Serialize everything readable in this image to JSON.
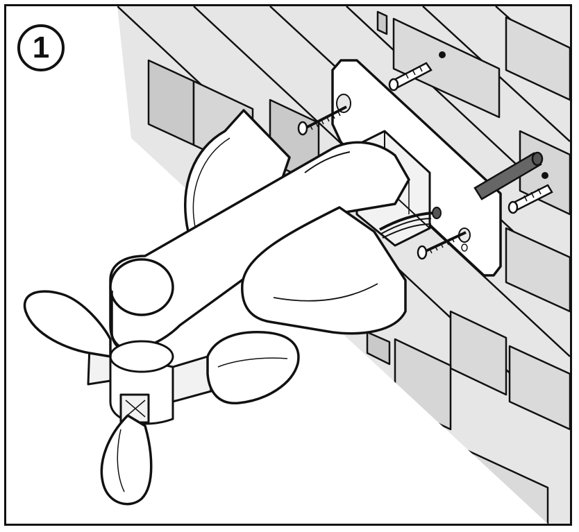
{
  "step": {
    "number": "1"
  },
  "colors": {
    "outline": "#111111",
    "brick": "#e2e2e2",
    "brick_dark": "#c9c9c9",
    "background": "#ffffff",
    "rod": "#555555"
  },
  "icons": {
    "step_badge": "numbered-circle",
    "screws": "wall-screw",
    "plugs": "wall-anchor-plug"
  }
}
